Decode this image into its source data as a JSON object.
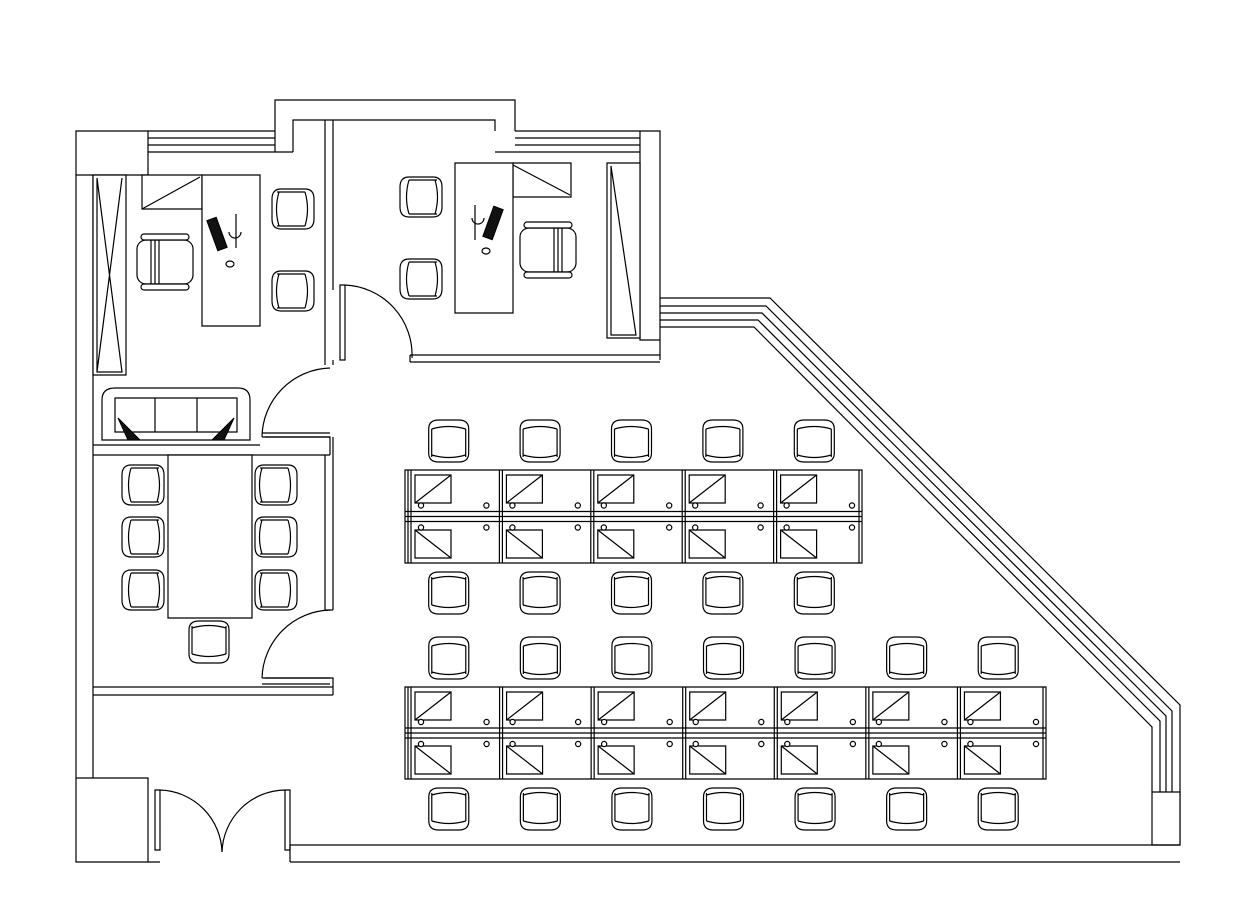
{
  "plan": {
    "type": "office-floor-plan",
    "workstation_rows": [
      {
        "units": 5,
        "chairs_per_side": 5
      },
      {
        "units": 7,
        "chairs_per_side": 7
      }
    ],
    "private_offices": 2,
    "meeting_room_chairs": 7,
    "line_color": "#000000",
    "background_color": "#ffffff"
  }
}
